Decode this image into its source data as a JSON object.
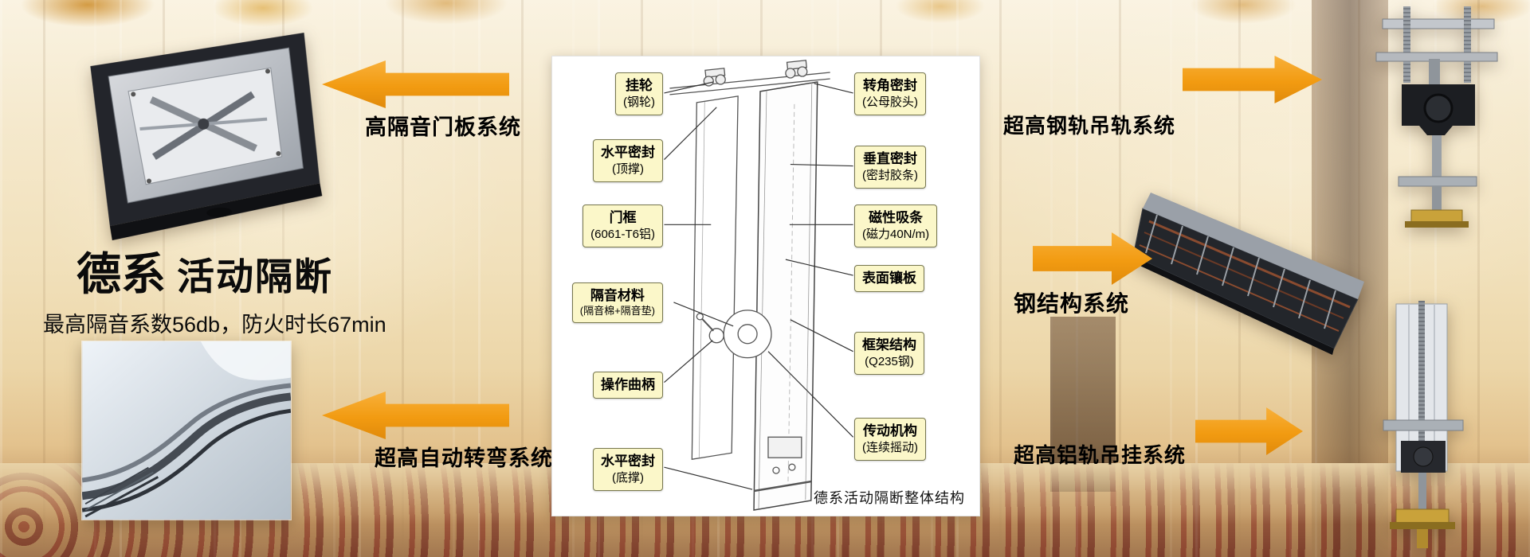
{
  "brand": {
    "title_bold": "德系",
    "title_rest": "活动隔断",
    "subtitle": "最高隔音系数56db，防火时长67min"
  },
  "arrows": {
    "top_left": "高隔音门板系统",
    "bottom_left": "超高自动转弯系统",
    "top_right": "超高钢轨吊轨系统",
    "middle_right": "钢结构系统",
    "bottom_right": "超高铝轨吊挂系统"
  },
  "diagram": {
    "caption": "德系活动隔断整体结构",
    "labels_left": [
      {
        "title": "挂轮",
        "sub": "(钢轮)"
      },
      {
        "title": "水平密封",
        "sub": "(顶撑)"
      },
      {
        "title": "门框",
        "sub": "(6061-T6铝)"
      },
      {
        "title": "隔音材料",
        "sub": "(隔音棉+隔音垫)"
      },
      {
        "title": "操作曲柄",
        "sub": ""
      },
      {
        "title": "水平密封",
        "sub": "(底撑)"
      }
    ],
    "labels_right": [
      {
        "title": "转角密封",
        "sub": "(公母胶头)"
      },
      {
        "title": "垂直密封",
        "sub": "(密封胶条)"
      },
      {
        "title": "磁性吸条",
        "sub": "(磁力40N/m)"
      },
      {
        "title": "表面镶板",
        "sub": ""
      },
      {
        "title": "框架结构",
        "sub": "(Q235钢)"
      },
      {
        "title": "传动机构",
        "sub": "(连续摇动)"
      }
    ]
  },
  "colors": {
    "arrow": "#f29b11",
    "callout_bg": "#fbf7c9",
    "callout_border": "#77774f",
    "text": "#0b0b0b"
  }
}
